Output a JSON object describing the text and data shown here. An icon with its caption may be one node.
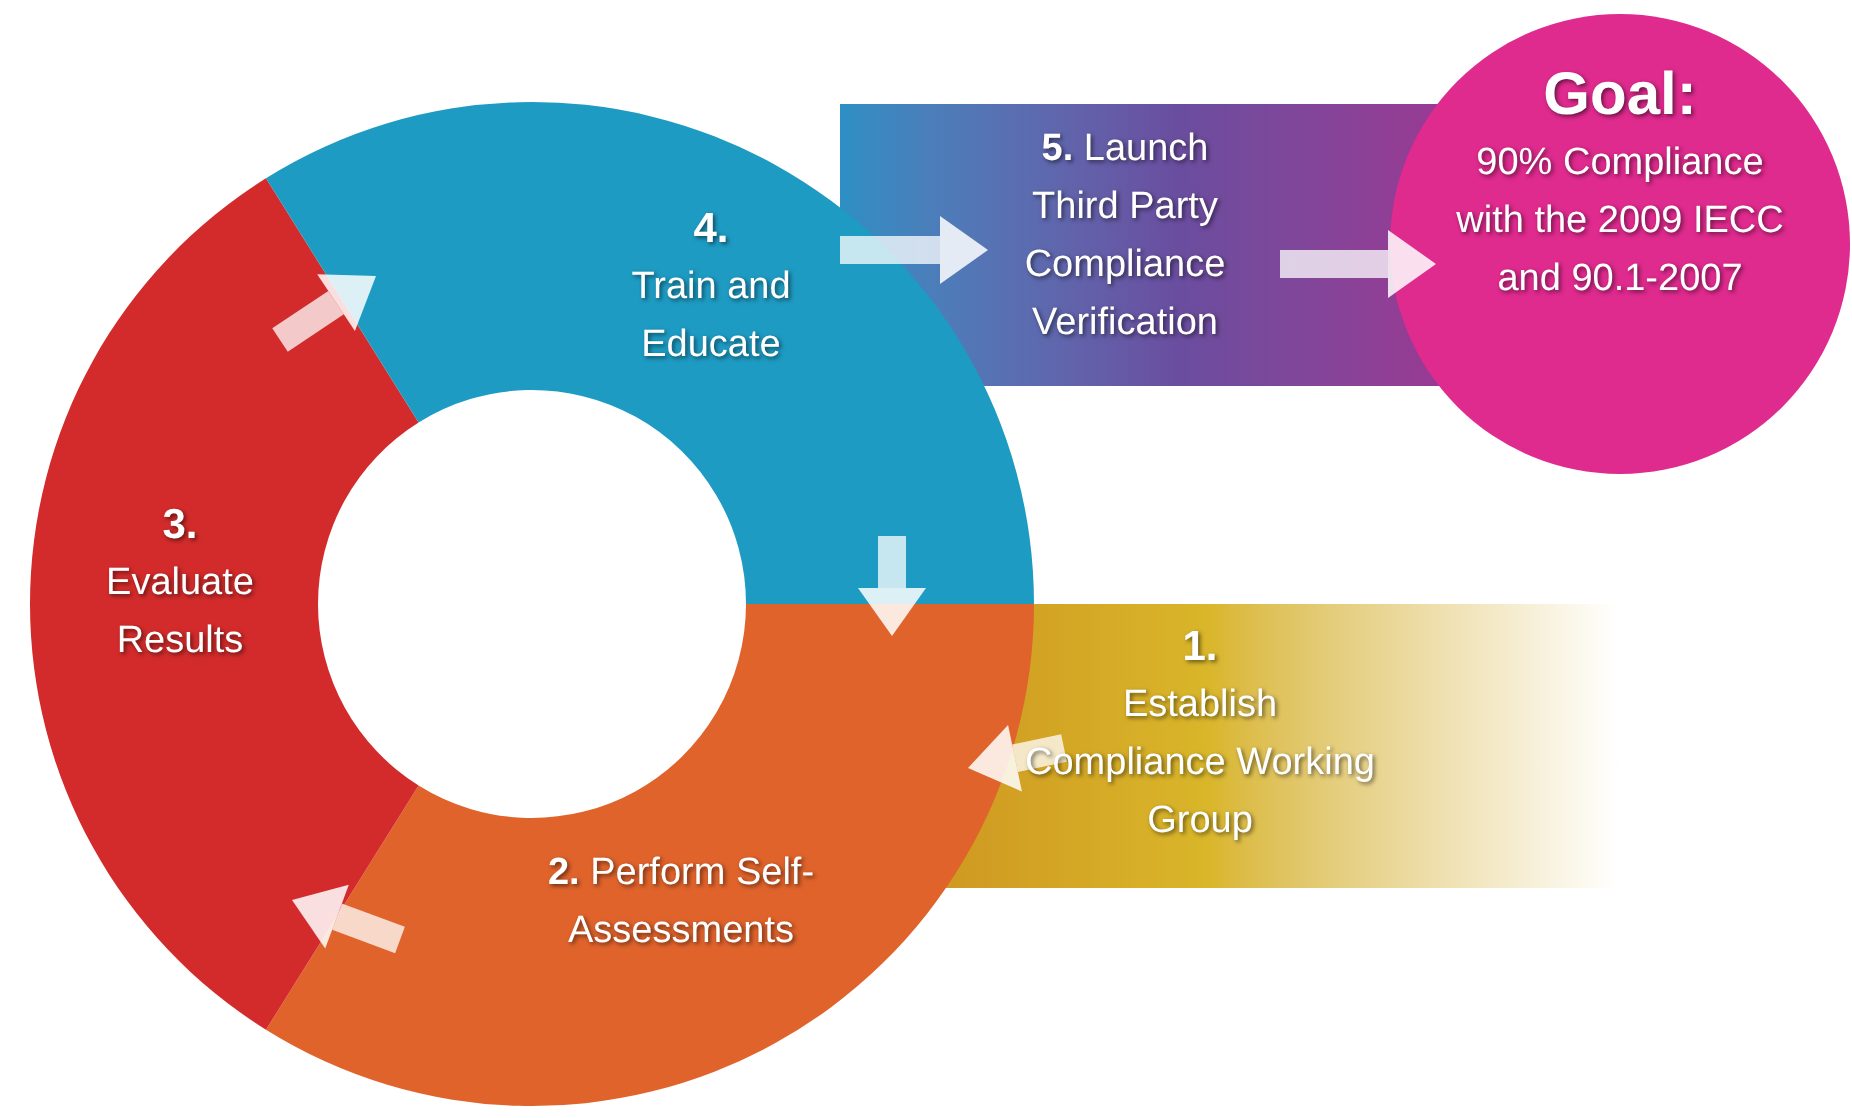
{
  "diagram": {
    "nodes": [
      {
        "text": [
          "1.",
          "Establish Compliance Working Group"
        ]
      },
      {
        "text": [
          "**2.** Perform Self-Assessments"
        ]
      },
      {
        "text": [
          "3.",
          "Evaluate Results"
        ]
      },
      {
        "text": [
          "4.",
          "Train and Educate"
        ]
      },
      {
        "text": [
          "**5.** Launch Third Party Compliance Verification"
        ]
      },
      {
        "text": [
          "Goal:",
          "90% Compliance with the 2009 IECC and 90.1-2007"
        ]
      }
    ],
    "edges": [
      {
        "from": 0,
        "to": 1,
        "arrow": "to"
      },
      {
        "from": 1,
        "to": 2,
        "arrow": "to"
      },
      {
        "from": 2,
        "to": 3,
        "arrow": "to"
      },
      {
        "from": 3,
        "to": 1,
        "arrow": "to"
      },
      {
        "from": 3,
        "to": 4,
        "arrow": "to"
      },
      {
        "from": 4,
        "to": 5,
        "arrow": "to"
      }
    ]
  }
}
